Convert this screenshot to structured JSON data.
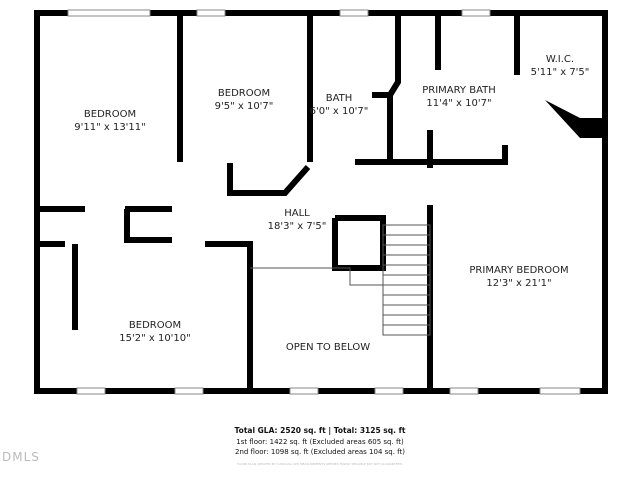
{
  "rooms": [
    {
      "name": "BEDROOM",
      "size": "9'11\" x 13'11\""
    },
    {
      "name": "BEDROOM",
      "size": "9'5\" x 10'7\""
    },
    {
      "name": "BATH",
      "size": "6'0\" x 10'7\""
    },
    {
      "name": "PRIMARY BATH",
      "size": "11'4\" x 10'7\""
    },
    {
      "name": "W.I.C.",
      "size": "5'11\" x 7'5\""
    },
    {
      "name": "HALL",
      "size": "18'3\" x 7'5\""
    },
    {
      "name": "PRIMARY BEDROOM",
      "size": "12'3\" x 21'1\""
    },
    {
      "name": "BEDROOM",
      "size": "15'2\" x 10'10\""
    },
    {
      "name": "OPEN TO BELOW",
      "size": ""
    }
  ],
  "footer": {
    "totals": "Total GLA: 2520 sq. ft | Total: 3125 sq. ft",
    "first_floor": "1st floor: 1422 sq. ft (Excluded areas 605 sq. ft)",
    "second_floor": "2nd floor: 1098 sq. ft (Excluded areas 104 sq. ft)",
    "disclaimer": "FLOOR PLAN CREATED BY CUBICASA APP. MEASUREMENTS DEEMED HIGHLY RELIABLE BUT NOT GUARANTEED."
  },
  "watermark": "DMLS"
}
